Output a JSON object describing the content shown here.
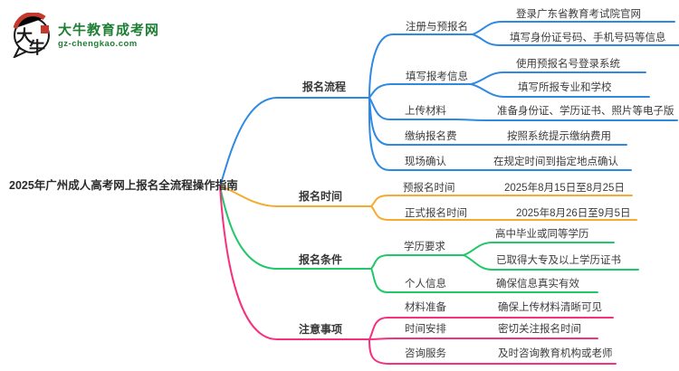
{
  "site": {
    "name": "大牛教育成考网",
    "domain": "gz-chengkao.com",
    "logo_char1": "大",
    "logo_char2": "牛"
  },
  "colors": {
    "blue": "#2F89E3",
    "orange": "#F5AB2E",
    "green": "#21C768",
    "pink": "#F5317F",
    "logo_green": "#1E7E34",
    "logo_red": "#C4382D",
    "ink": "#1A1A1A"
  },
  "root": {
    "title": "2025年广州成人高考网上报名全流程操作指南"
  },
  "branches": [
    {
      "label": "报名流程",
      "color": "blue",
      "children": [
        {
          "label": "注册与预报名",
          "children": [
            {
              "label": "登录广东省教育考试院官网"
            },
            {
              "label": "填写身份证号码、手机号码等信息"
            }
          ]
        },
        {
          "label": "填写报考信息",
          "children": [
            {
              "label": "使用预报名号登录系统"
            },
            {
              "label": "填写所报专业和学校"
            }
          ]
        },
        {
          "label": "上传材料",
          "children": [
            {
              "label": "准备身份证、学历证书、照片等电子版"
            }
          ]
        },
        {
          "label": "缴纳报名费",
          "children": [
            {
              "label": "按照系统提示缴纳费用"
            }
          ]
        },
        {
          "label": "现场确认",
          "children": [
            {
              "label": "在规定时间到指定地点确认"
            }
          ]
        }
      ]
    },
    {
      "label": "报名时间",
      "color": "orange",
      "children": [
        {
          "label": "预报名时间",
          "children": [
            {
              "label": "2025年8月15日至8月25日"
            }
          ]
        },
        {
          "label": "正式报名时间",
          "children": [
            {
              "label": "2025年8月26日至9月5日"
            }
          ]
        }
      ]
    },
    {
      "label": "报名条件",
      "color": "green",
      "children": [
        {
          "label": "学历要求",
          "children": [
            {
              "label": "高中毕业或同等学历"
            },
            {
              "label": "已取得大专及以上学历证书"
            }
          ]
        },
        {
          "label": "个人信息",
          "children": [
            {
              "label": "确保信息真实有效"
            }
          ]
        }
      ]
    },
    {
      "label": "注意事项",
      "color": "pink",
      "children": [
        {
          "label": "材料准备",
          "children": [
            {
              "label": "确保上传材料清晰可见"
            }
          ]
        },
        {
          "label": "时间安排",
          "children": [
            {
              "label": "密切关注报名时间"
            }
          ]
        },
        {
          "label": "咨询服务",
          "children": [
            {
              "label": "及时咨询教育机构或老师"
            }
          ]
        }
      ]
    }
  ]
}
